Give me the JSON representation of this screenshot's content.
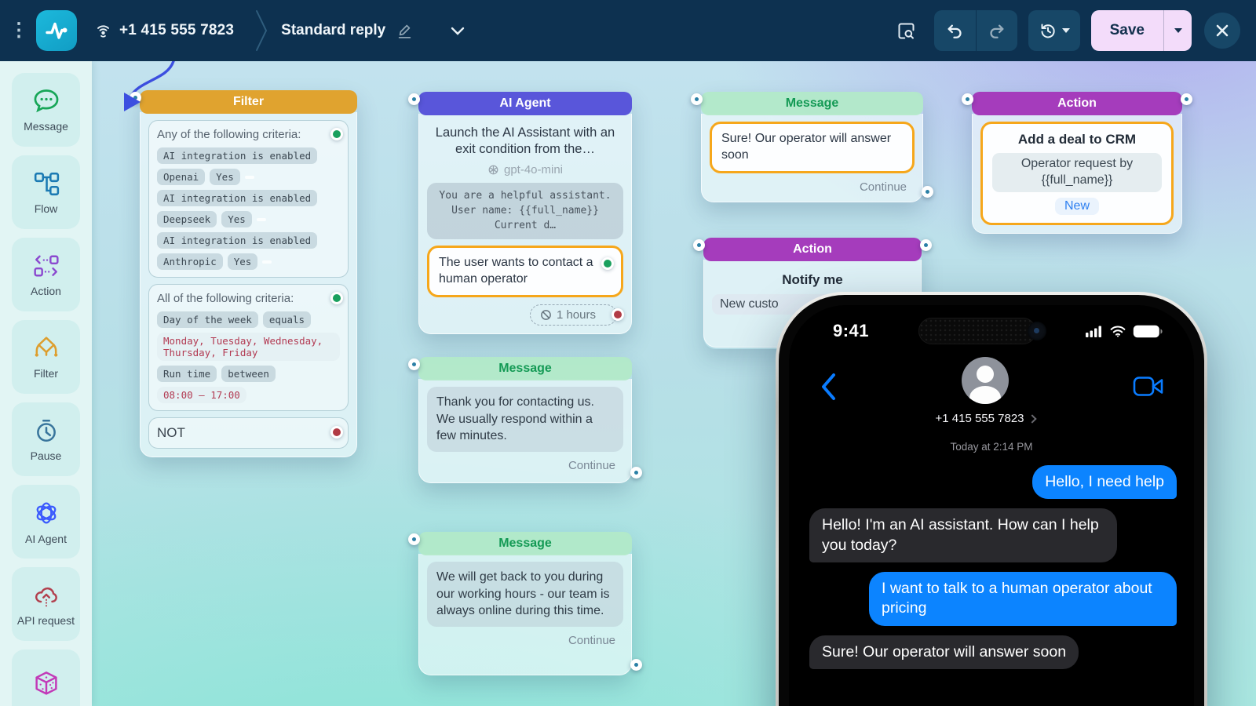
{
  "topbar": {
    "phone_number": "+1 415 555 7823",
    "flow_title": "Standard reply",
    "save_label": "Save"
  },
  "sidebar": {
    "items": [
      {
        "label": "Message",
        "icon": "chat-bubble-icon"
      },
      {
        "label": "Flow",
        "icon": "flow-icon"
      },
      {
        "label": "Action",
        "icon": "action-icon"
      },
      {
        "label": "Filter",
        "icon": "filter-icon"
      },
      {
        "label": "Pause",
        "icon": "pause-clock-icon"
      },
      {
        "label": "AI Agent",
        "icon": "ai-atom-icon"
      },
      {
        "label": "API request",
        "icon": "api-cloud-icon"
      },
      {
        "label": "",
        "icon": "dice-icon"
      }
    ]
  },
  "nodes": {
    "filter": {
      "header": "Filter",
      "any_title": "Any of the following criteria:",
      "any_tag1": "AI integration is enabled",
      "any_tag2a": "Openai",
      "any_tag2b": "Yes",
      "any_tag3": "AI integration is enabled",
      "any_tag4a": "Deepseek",
      "any_tag4b": "Yes",
      "any_tag5": "AI integration is enabled",
      "any_tag6a": "Anthropic",
      "any_tag6b": "Yes",
      "all_title": "All of the following criteria:",
      "all_tag1a": "Day of the week",
      "all_tag1b": "equals",
      "all_days_value": "Monday, Tuesday, Wednesday, Thursday, Friday",
      "all_tag2a": "Run time",
      "all_tag2b": "between",
      "all_time_value": "08:00 — 17:00",
      "not_label": "NOT"
    },
    "ai_agent": {
      "header": "AI Agent",
      "title": "Launch the AI Assistant with an exit condition from the…",
      "model": "gpt-4o-mini",
      "system_prompt": "You are a helpful assistant. User name: {{full_name}} Current d…",
      "exit_condition": "The user wants to contact a human operator",
      "timeout": "1 hours"
    },
    "message_sure": {
      "header": "Message",
      "text": "Sure! Our operator will answer soon",
      "footer": "Continue"
    },
    "action_crm": {
      "header": "Action",
      "title": "Add a deal to CRM",
      "subtitle": "Operator request by {{full_name}}",
      "badge": "New"
    },
    "action_notify": {
      "header": "Action",
      "title": "Notify me",
      "subtitle": "New custo"
    },
    "message_thanks": {
      "header": "Message",
      "text": "Thank you for contacting us. We usually respond within a few minutes.",
      "footer": "Continue"
    },
    "message_hours": {
      "header": "Message",
      "text": "We will get back to you during our working hours - our team is always online during this time.",
      "footer": "Continue"
    }
  },
  "phone": {
    "status_time": "9:41",
    "contact": "+1 415 555 7823",
    "date_label": "Today at 2:14 PM",
    "messages": [
      {
        "side": "right",
        "text": "Hello, I need help"
      },
      {
        "side": "left",
        "text": "Hello! I'm an AI assistant. How can I help you today?"
      },
      {
        "side": "right",
        "text": "I want to talk to a human operator about pricing"
      },
      {
        "side": "left",
        "text": "Sure! Our operator will answer soon"
      }
    ]
  },
  "colors": {
    "topbar_navy": "#0d3150",
    "logo_teal": "#17aed2",
    "filter_header": "#e0a32f",
    "agent_header": "#5956da",
    "action_header": "#a53cbc",
    "message_green": "#149a55",
    "highlight_orange": "#f6a71b",
    "connector_blue": "#3c4fe0",
    "port_teal": "#2b80a6",
    "imessage_blue": "#0c84ff",
    "save_button_bg": "#f3dcfa"
  }
}
